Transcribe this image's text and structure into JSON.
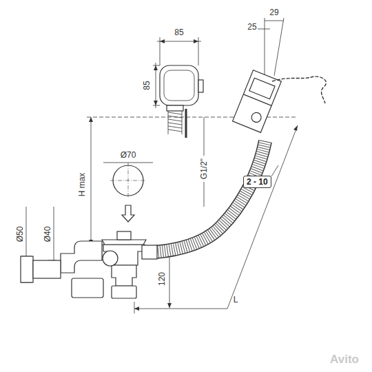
{
  "diagram": {
    "nodes": [
      {
        "text": [
          "2 - 10"
        ]
      }
    ],
    "labels": [
      "85",
      "85",
      "29",
      "25",
      "G1/2\"",
      "Ø70",
      "H max",
      "Ø50",
      "Ø40",
      "120",
      "L",
      "Avito"
    ]
  }
}
